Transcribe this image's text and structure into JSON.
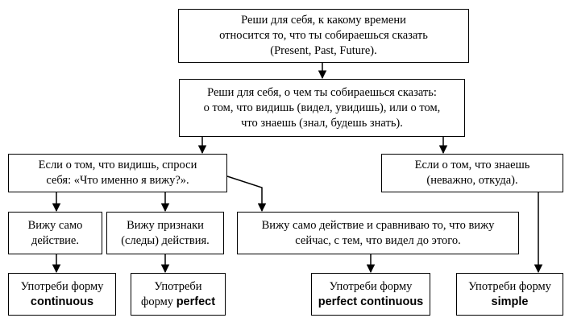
{
  "boxes": {
    "b1": {
      "lines": [
        "Реши для себя, к какому времени",
        "относится то, что ты собираешься сказать",
        "(Present, Past, Future)."
      ]
    },
    "b2": {
      "lines": [
        "Реши для себя, о чем ты собираешься сказать:",
        "о том, что видишь (видел, увидишь), или о том,",
        "что знаешь (знал, будешь знать)."
      ]
    },
    "b3": {
      "lines": [
        "Если о том, что видишь, спроси",
        "себя: «Что именно я вижу?»."
      ]
    },
    "b4": {
      "lines": [
        "Если о том, что знаешь",
        "(неважно, откуда)."
      ]
    },
    "b5": {
      "lines": [
        "Вижу само",
        "действие."
      ]
    },
    "b6": {
      "lines": [
        "Вижу признаки",
        "(следы) действия."
      ]
    },
    "b7": {
      "lines": [
        "Вижу само действие и сравниваю то, что вижу",
        "сейчас, с тем, что видел до этого."
      ]
    },
    "b8": {
      "line1": "Употреби форму",
      "form": "continuous"
    },
    "b9": {
      "prefix": "Употреби",
      "line2_prefix": "форму",
      "form": "perfect"
    },
    "b10": {
      "line1": "Употреби форму",
      "form": "perfect continuous"
    },
    "b11": {
      "line1": "Употреби форму",
      "form": "simple"
    }
  },
  "colors": {
    "stroke": "#000000",
    "background": "#ffffff"
  }
}
